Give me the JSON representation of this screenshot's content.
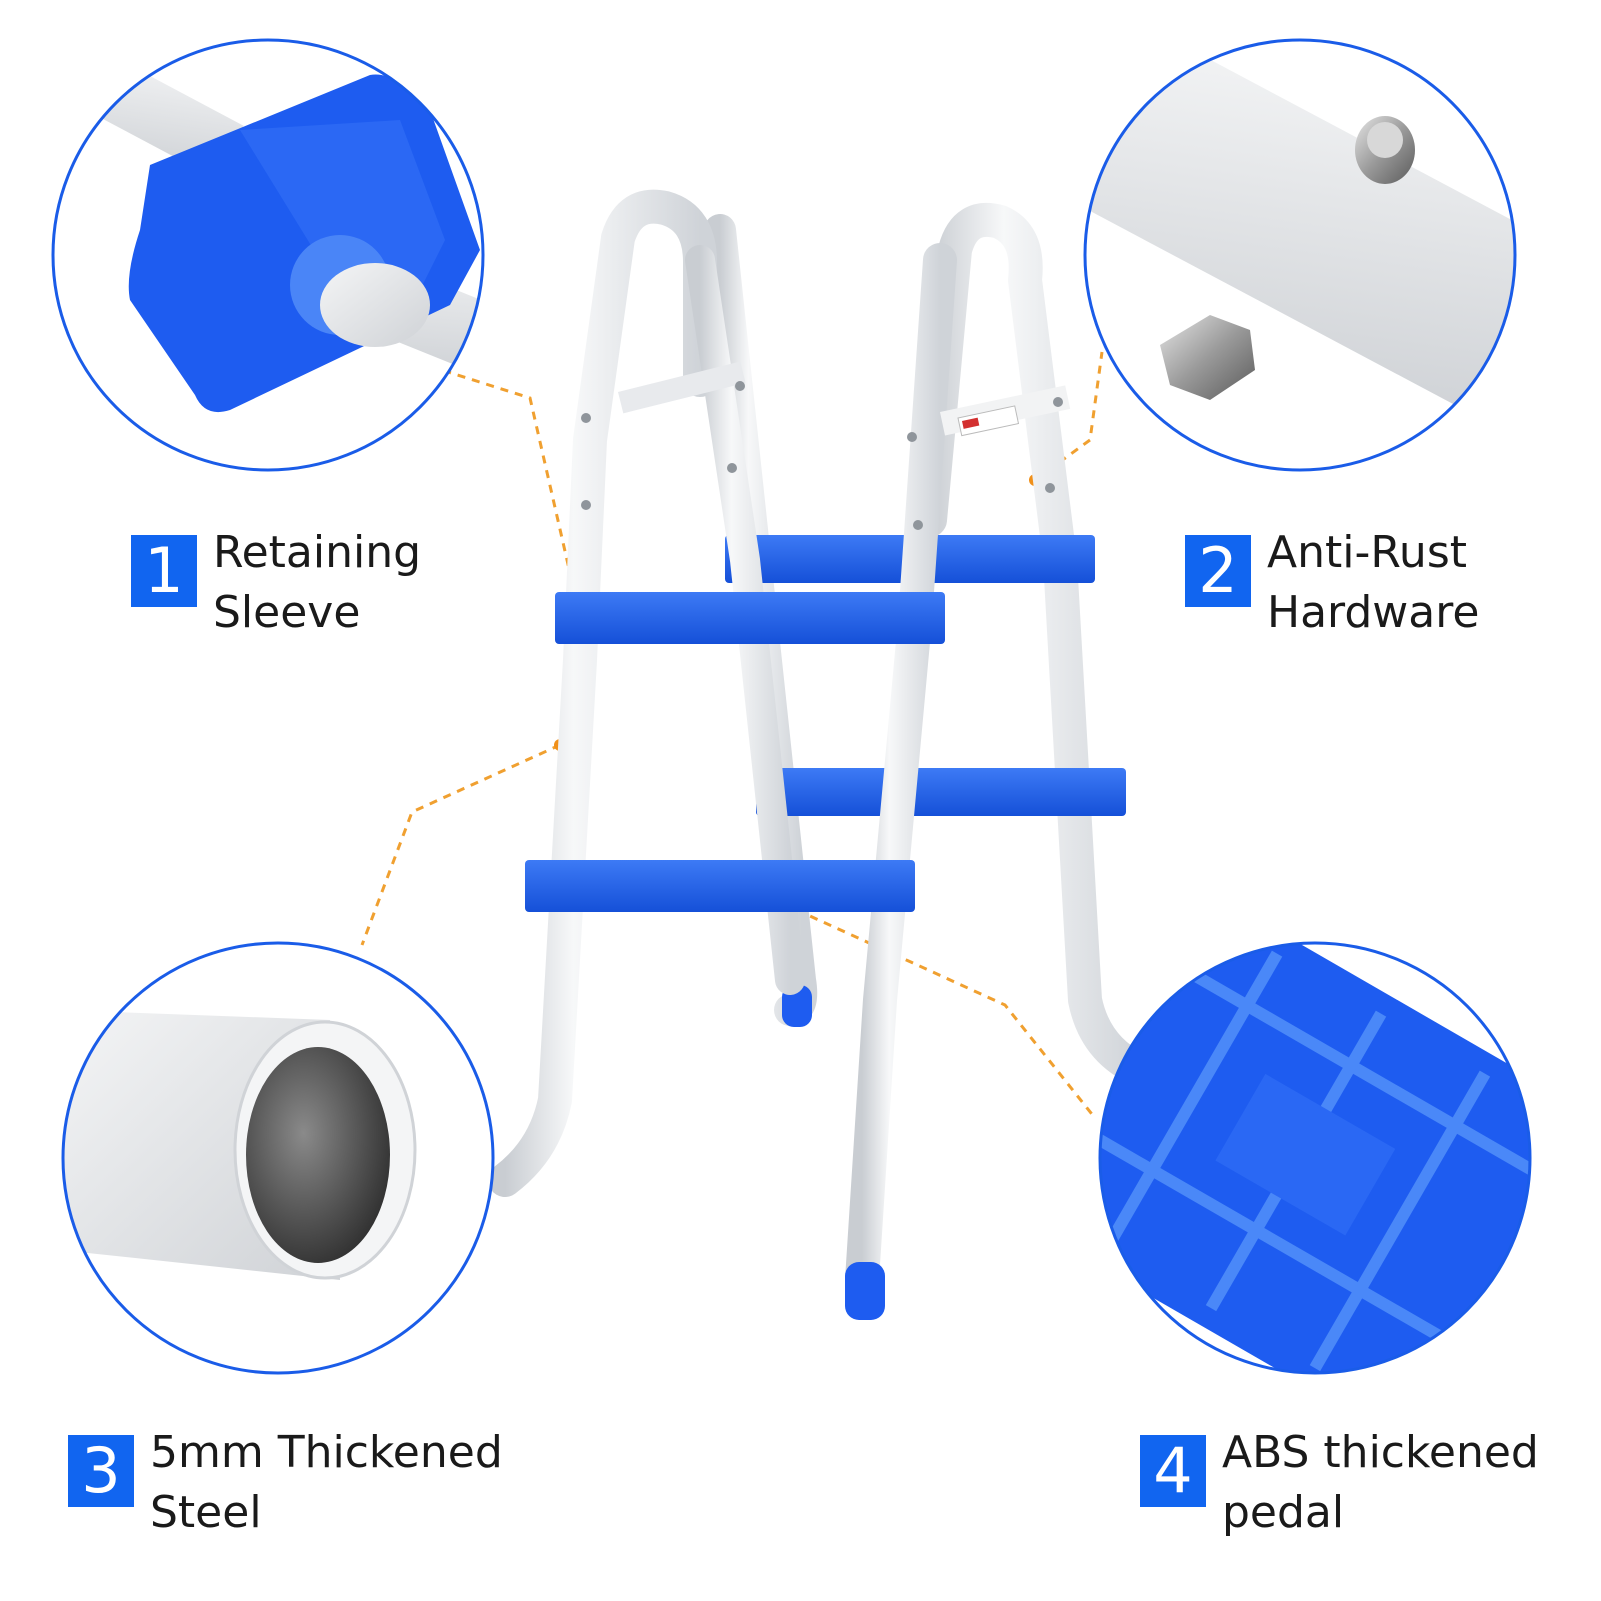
{
  "features": [
    {
      "number": "1",
      "line1": "Retaining",
      "line2": "Sleeve"
    },
    {
      "number": "2",
      "line1": "Anti-Rust",
      "line2": "Hardware"
    },
    {
      "number": "3",
      "line1": "5mm Thickened",
      "line2": "Steel"
    },
    {
      "number": "4",
      "line1": "ABS thickened",
      "line2": "pedal"
    }
  ],
  "colors": {
    "accent_blue": "#1165f0",
    "step_blue": "#1e5cf0",
    "steel_white": "#eceef0",
    "callout_orange": "#f0a030"
  }
}
